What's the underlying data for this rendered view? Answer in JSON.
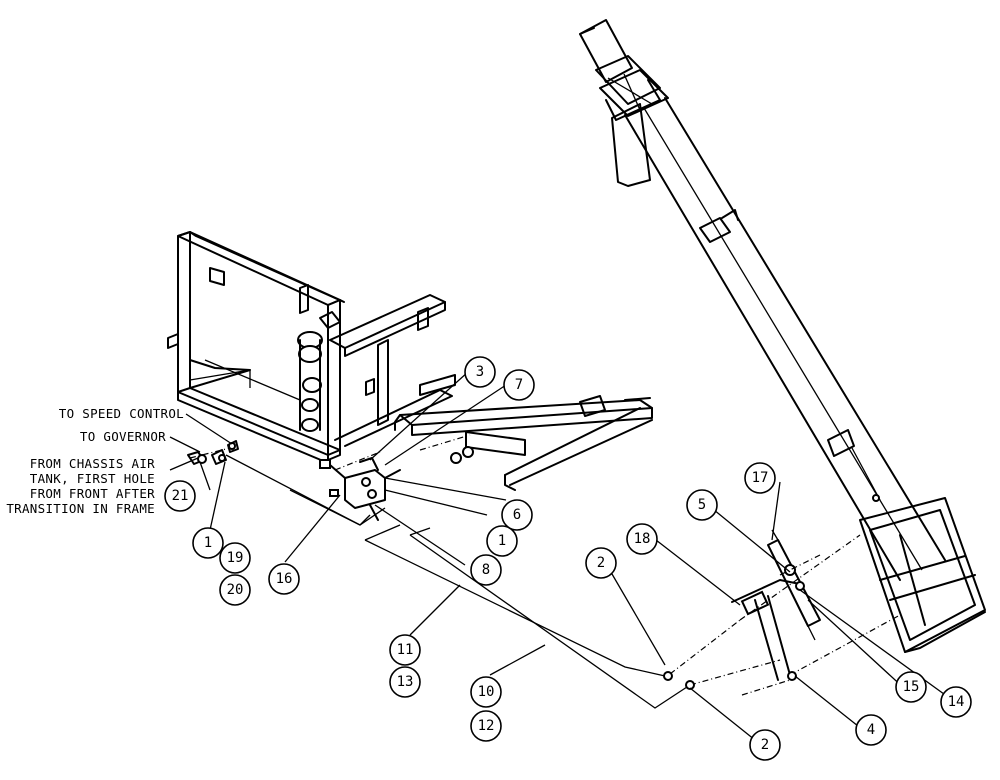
{
  "callouts": [
    {
      "label": "1"
    },
    {
      "label": "1"
    },
    {
      "label": "2"
    },
    {
      "label": "2"
    },
    {
      "label": "3"
    },
    {
      "label": "4"
    },
    {
      "label": "5"
    },
    {
      "label": "6"
    },
    {
      "label": "7"
    },
    {
      "label": "8"
    },
    {
      "label": "10"
    },
    {
      "label": "11"
    },
    {
      "label": "12"
    },
    {
      "label": "13"
    },
    {
      "label": "14"
    },
    {
      "label": "15"
    },
    {
      "label": "16"
    },
    {
      "label": "17"
    },
    {
      "label": "18"
    },
    {
      "label": "19"
    },
    {
      "label": "20"
    },
    {
      "label": "21"
    }
  ],
  "notes": {
    "speed_control": "TO SPEED CONTROL",
    "governor": "TO GOVERNOR",
    "chassis_line1": "FROM CHASSIS AIR",
    "chassis_line2": "TANK, FIRST HOLE",
    "chassis_line3": "FROM FRONT AFTER",
    "chassis_line4": "TRANSITION IN FRAME"
  }
}
